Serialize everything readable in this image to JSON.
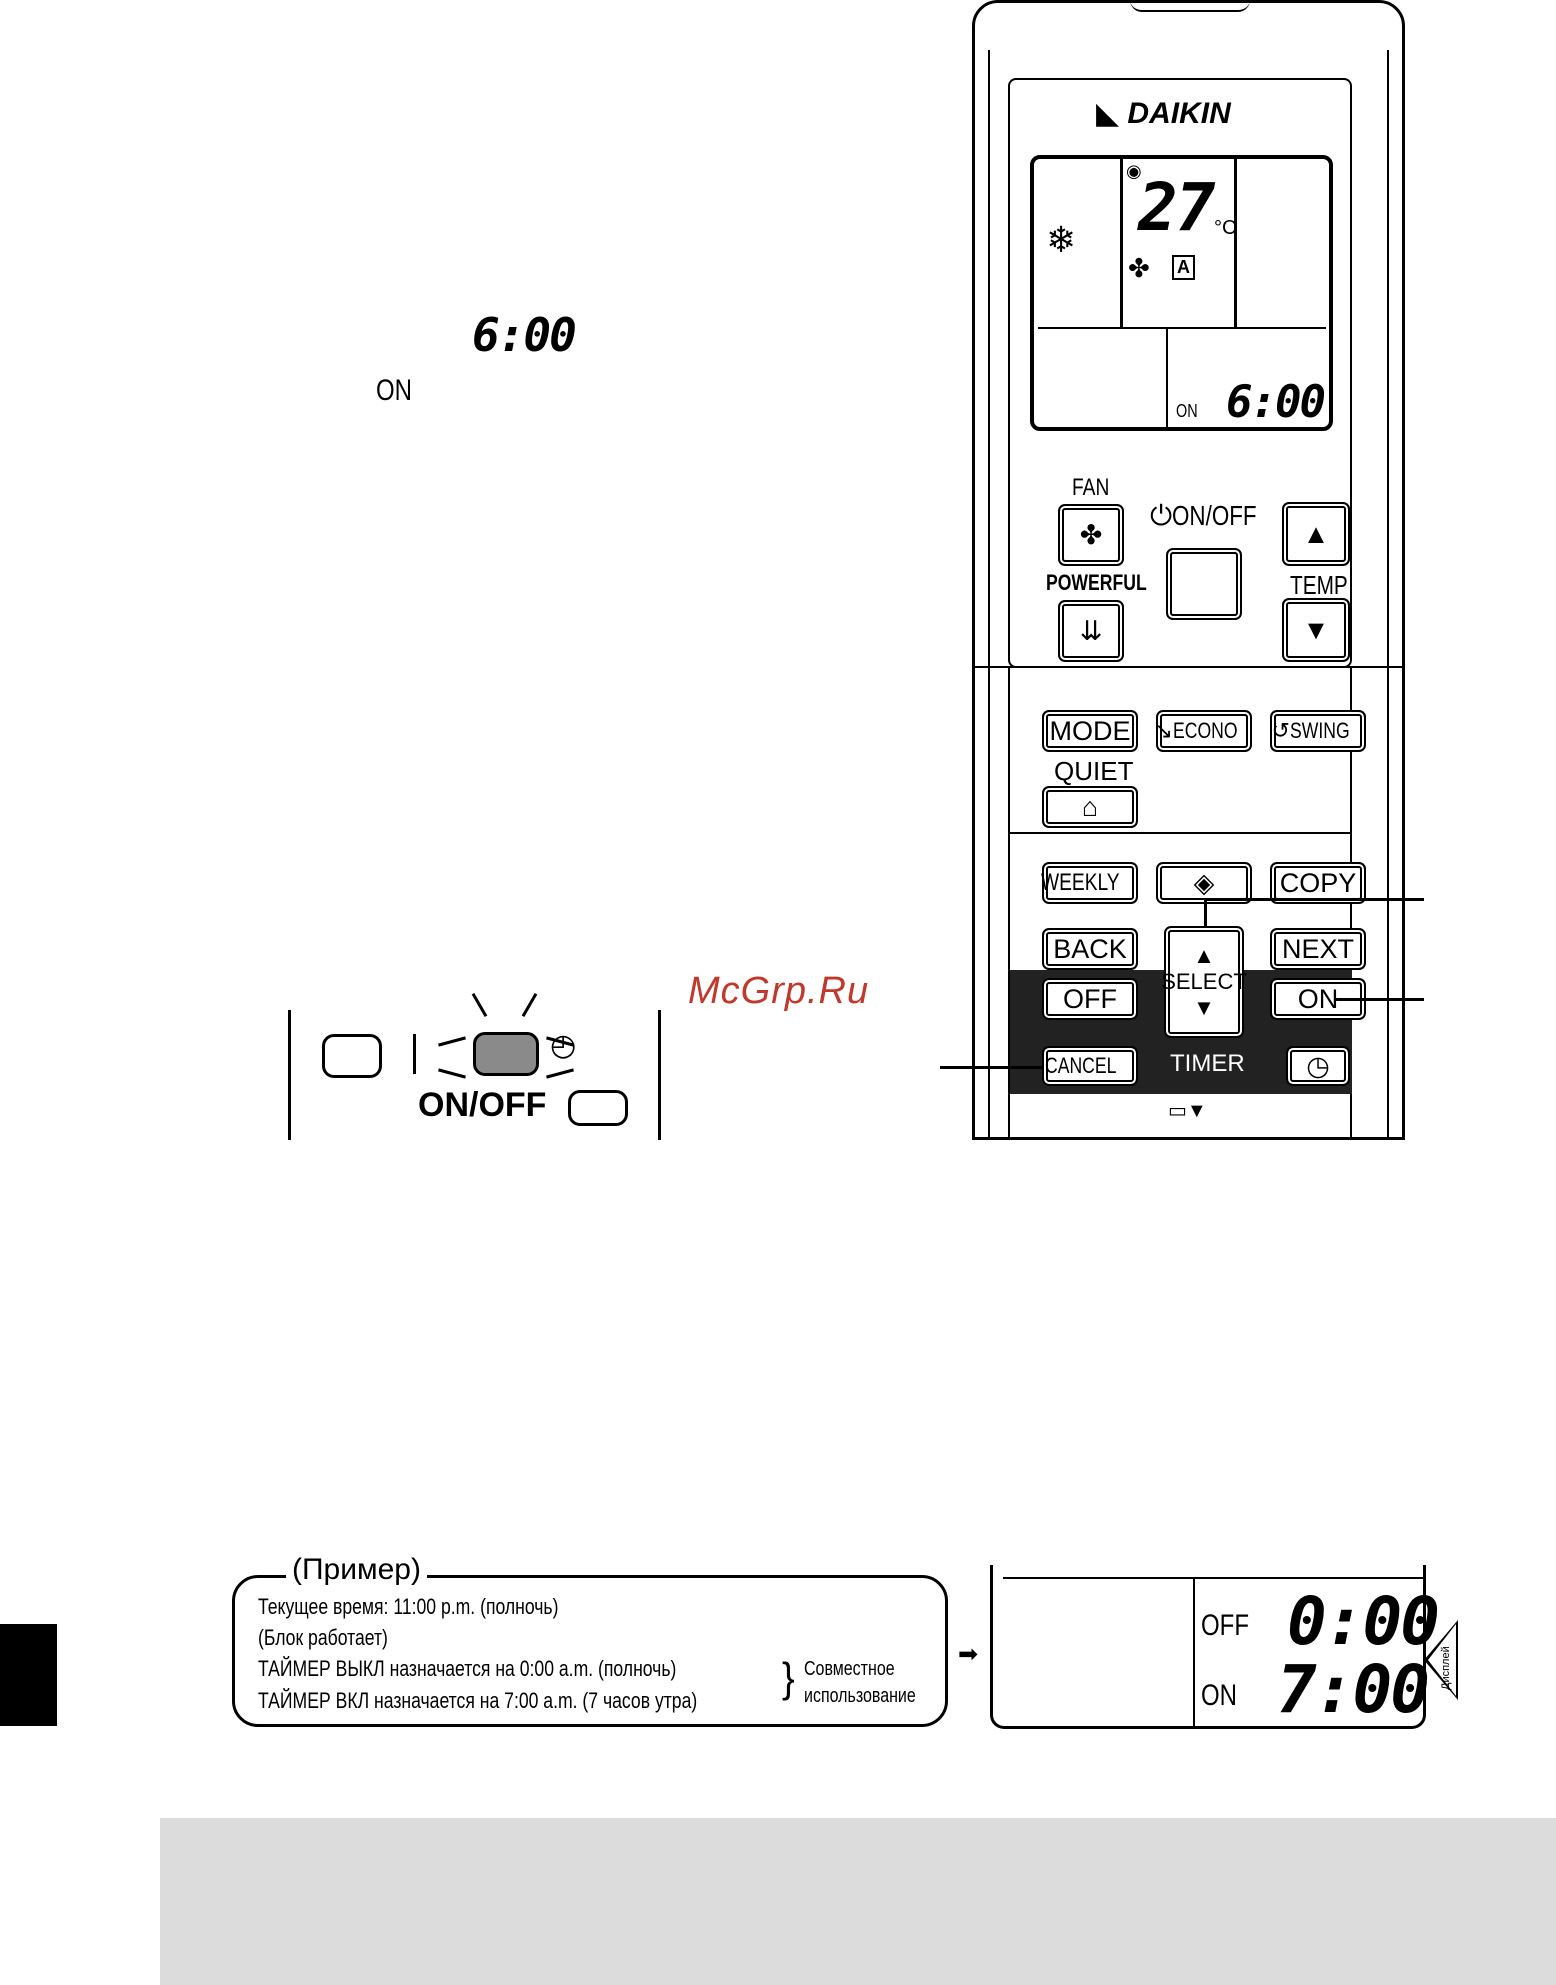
{
  "main_display": {
    "time": "6:00",
    "on_label": "ON"
  },
  "remote": {
    "brand": "DAIKIN",
    "lcd": {
      "temperature": "27",
      "unit": "°C",
      "timer_mode": "ON",
      "timer_time": "6:00",
      "fan_auto": "A"
    },
    "buttons": {
      "fan": "FAN",
      "on_off": "ON/OFF",
      "temp": "TEMP",
      "powerful": "POWERFUL",
      "mode": "MODE",
      "econo": "ECONO",
      "swing": "SWING",
      "quiet": "QUIET",
      "weekly": "WEEKLY",
      "copy": "COPY",
      "back": "BACK",
      "next": "NEXT",
      "select": "SELECT",
      "off": "OFF",
      "on": "ON",
      "cancel": "CANCEL",
      "timer": "TIMER"
    }
  },
  "indoor_unit": {
    "label": "ON/OFF"
  },
  "watermark": "McGrp.Ru",
  "example": {
    "title": "(Пример)",
    "lines": [
      "Текущее время: 11:00 p.m. (полночь)",
      "(Блок работает)",
      "ТАЙМЕР ВЫКЛ назначается на 0:00 a.m. (полночь)",
      "ТАЙМЕР ВКЛ назначается на 7:00 a.m. (7 часов утра)"
    ],
    "combined_label": [
      "Совместное",
      "использование"
    ],
    "display": {
      "off_label": "OFF",
      "off_time": "0:00",
      "on_label": "ON",
      "on_time": "7:00",
      "side_label": "Дисплей"
    }
  },
  "colors": {
    "watermark": "#c0392b",
    "footer": "#dcdcdc"
  }
}
